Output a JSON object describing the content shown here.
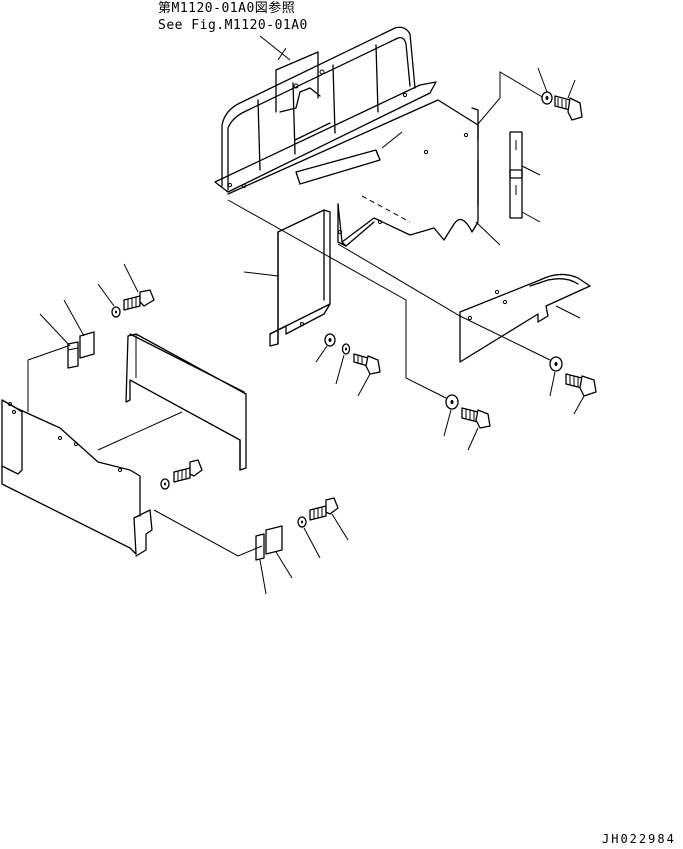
{
  "reference_note": {
    "line_jp": "第M1120-01A0図参照",
    "line_en": "See Fig.M1120-01A0"
  },
  "drawing_id": "JH022984"
}
